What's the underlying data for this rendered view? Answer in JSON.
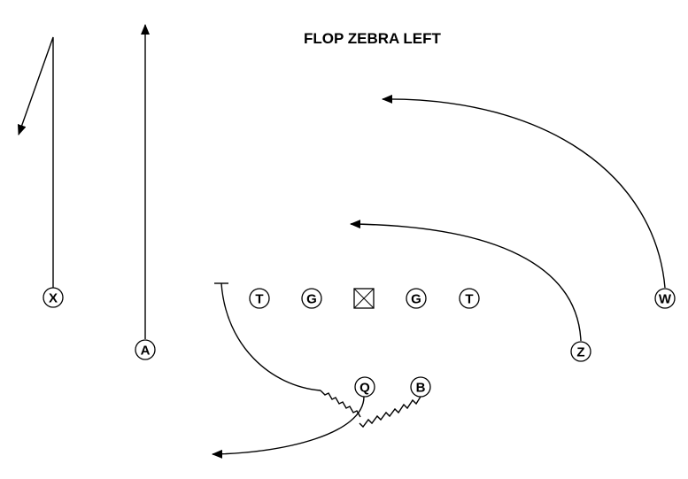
{
  "play": {
    "title": "FLOP ZEBRA LEFT"
  },
  "players": {
    "x": "X",
    "a": "A",
    "lt": "T",
    "lg": "G",
    "rg": "G",
    "rt": "T",
    "w": "W",
    "z": "Z",
    "q": "Q",
    "b": "B"
  },
  "colors": {
    "ink": "#000000",
    "paper": "#ffffff"
  }
}
